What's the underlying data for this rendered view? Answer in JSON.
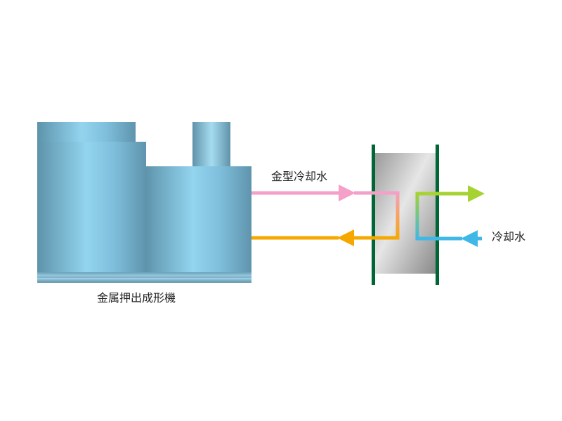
{
  "labels": {
    "machine": "金属押出成形機",
    "mold_cooling_water": "金型冷却水",
    "cooling_water": "冷却水"
  },
  "colors": {
    "machine_light": "#8fd0ea",
    "machine_dark": "#5b8ea6",
    "exchanger_frame": "#006633",
    "exchanger_body_light": "#d8d8d8",
    "exchanger_body_dark": "#888888",
    "pink_line": "#f4a0c8",
    "orange_line": "#f6a800",
    "green_line": "#a6d232",
    "blue_line": "#3fb8e8"
  }
}
